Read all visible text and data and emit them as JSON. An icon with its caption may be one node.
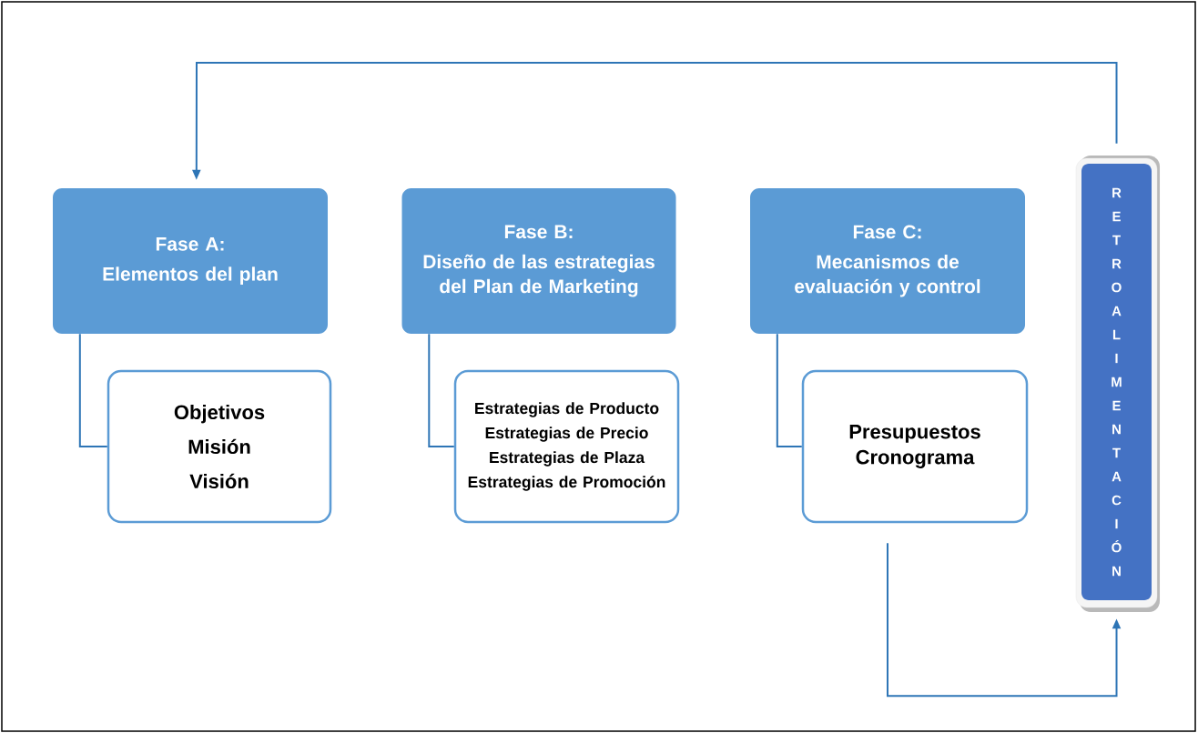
{
  "diagram": {
    "nodes": [
      {
        "text": [
          "Fase A:",
          "Elementos del plan"
        ]
      },
      {
        "text": [
          "Fase B:",
          "Diseño de las estrategias del Plan de Marketing"
        ]
      },
      {
        "text": [
          "Fase C:",
          "Mecanismos de evaluación y control"
        ]
      },
      {
        "text": [
          "RETROALIMENTACIÓN"
        ]
      },
      {
        "text": [
          "Objetivos",
          "Misión",
          "Visión"
        ]
      },
      {
        "text": [
          "Estrategias de Producto",
          "Estrategias de Precio",
          "Estrategias de Plaza",
          "Estrategias de Promoción"
        ]
      },
      {
        "text": [
          "Presupuestos",
          "Cronograma"
        ]
      }
    ],
    "edges": [
      {
        "from": 0,
        "to": 4,
        "arrow": "none"
      },
      {
        "from": 1,
        "to": 5,
        "arrow": "none"
      },
      {
        "from": 2,
        "to": 6,
        "arrow": "none"
      },
      {
        "from": 6,
        "to": 3,
        "arrow": "to"
      },
      {
        "from": 3,
        "to": 0,
        "arrow": "to"
      }
    ]
  }
}
